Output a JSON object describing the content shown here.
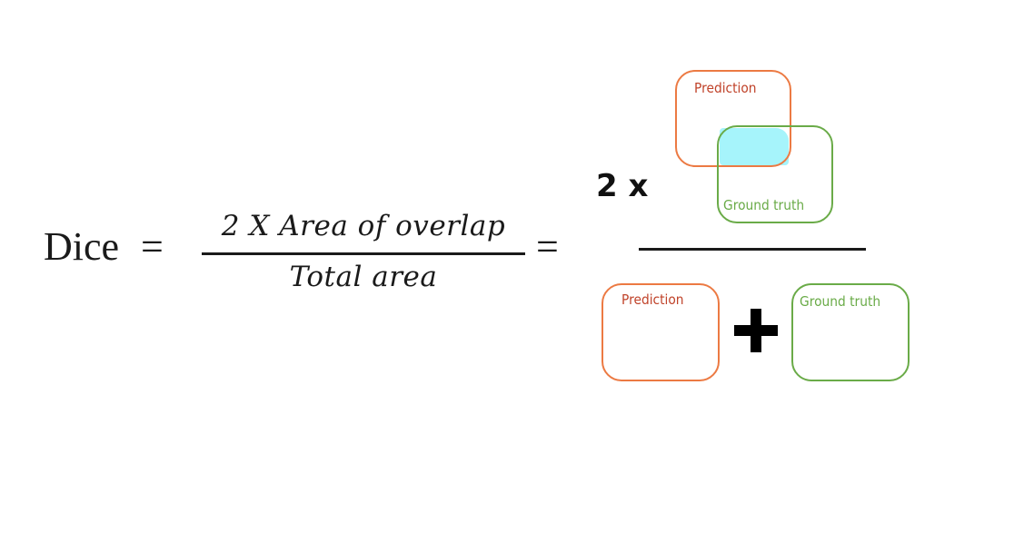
{
  "formula": {
    "lhs": "Dice",
    "equals_1": "=",
    "numerator": "2 X Area of overlap",
    "denominator": "Total area",
    "equals_2": "="
  },
  "visual_fraction": {
    "multiplier": "2 x",
    "top_prediction_label": "Prediction",
    "top_ground_truth_label": "Ground truth",
    "bottom_prediction_label": "Prediction",
    "bottom_ground_truth_label": "Ground truth"
  },
  "colors": {
    "prediction": "#ec7a43",
    "prediction_text": "#c0432a",
    "ground_truth": "#6aab48",
    "overlap": "#a6f4fb",
    "text": "#1a1a1a"
  },
  "icons": {
    "operator": "plus-icon"
  }
}
